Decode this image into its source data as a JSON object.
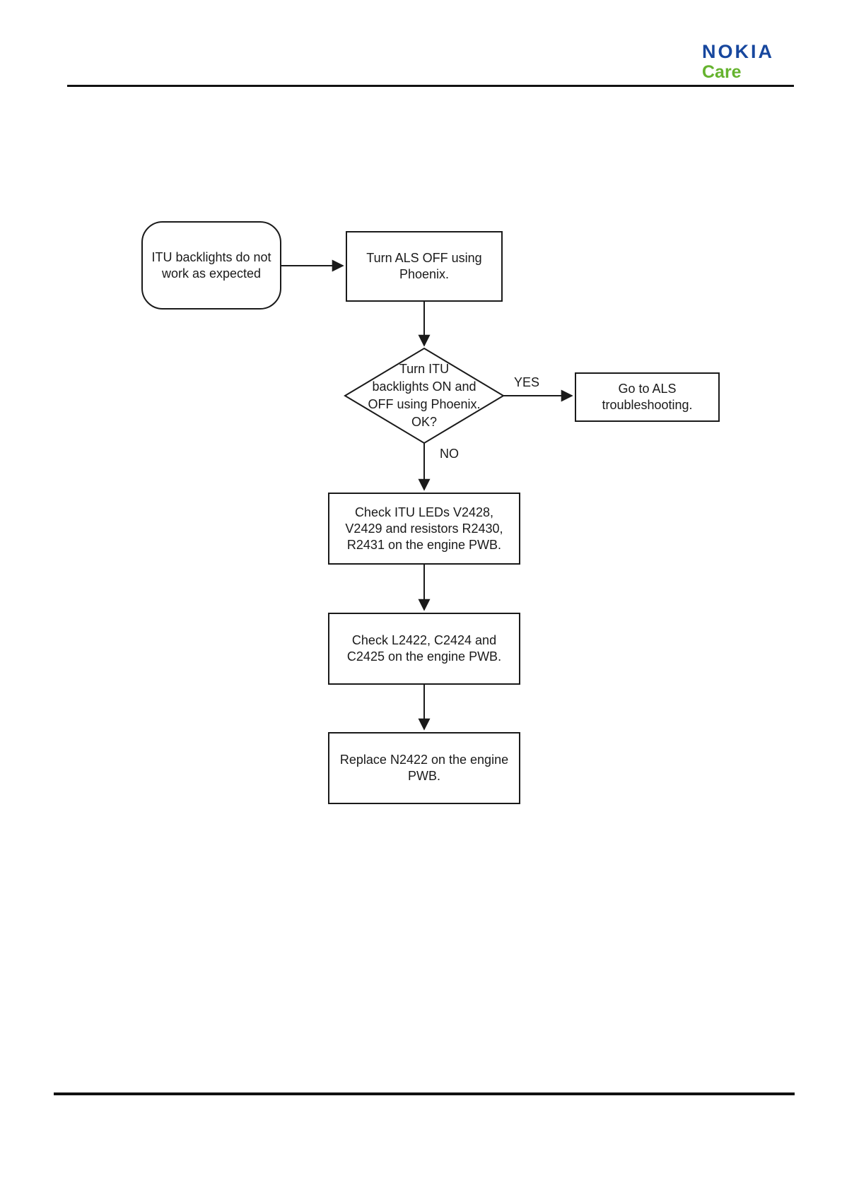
{
  "header": {
    "brand": "NOKIA",
    "brand_sub": "Care",
    "brand_color": "#17479E",
    "brand_sub_color": "#65B32E"
  },
  "flowchart": {
    "start": {
      "label": "ITU backlights do not\nwork as expected"
    },
    "turn_als_off": {
      "label": "Turn ALS OFF using\nPhoenix."
    },
    "decision": {
      "label": "Turn ITU\nbacklights ON and\nOFF using Phoenix.\nOK?"
    },
    "yes_label": "YES",
    "no_label": "NO",
    "goto_als": {
      "label": "Go to ALS\ntroubleshooting."
    },
    "check_leds": {
      "label": "Check ITU LEDs V2428,\nV2429 and resistors R2430,\nR2431 on the engine PWB."
    },
    "check_passives": {
      "label": "Check L2422, C2424 and\nC2425 on the engine PWB."
    },
    "replace_n2422": {
      "label": "Replace N2422 on the engine\nPWB."
    }
  }
}
